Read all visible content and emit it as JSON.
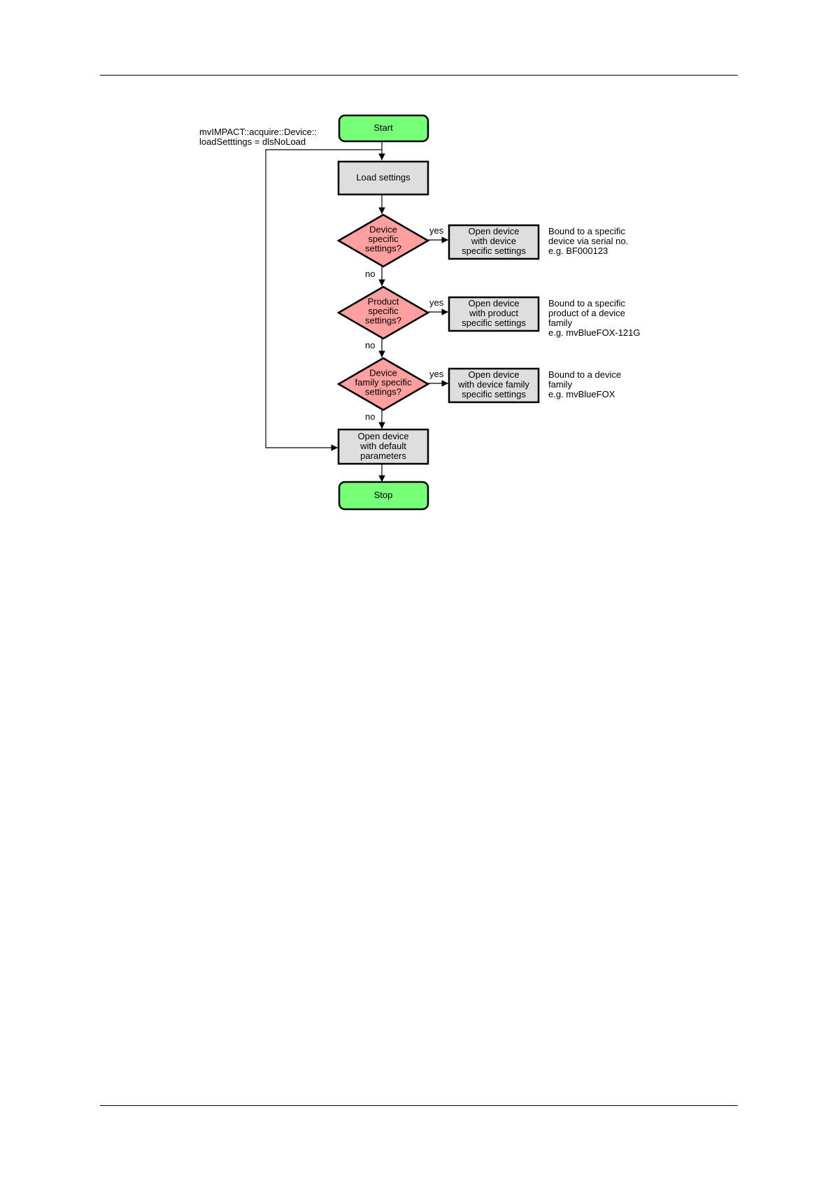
{
  "annotation": {
    "lines": [
      "mvIMPACT::acquire::Device::",
      "loadSetttings = dlsNoLoad"
    ]
  },
  "nodes": {
    "start": {
      "lines": [
        "Start"
      ]
    },
    "load_settings": {
      "lines": [
        "Load settings"
      ]
    },
    "decision_device": {
      "lines": [
        "Device",
        "specific",
        "settings?"
      ]
    },
    "decision_product": {
      "lines": [
        "Product",
        "specific",
        "settings?"
      ]
    },
    "decision_family": {
      "lines": [
        "Device",
        "family specific",
        "settings?"
      ]
    },
    "open_device_specific": {
      "lines": [
        "Open device",
        "with device",
        "specific settings"
      ]
    },
    "open_product_specific": {
      "lines": [
        "Open device",
        "with product",
        "specific settings"
      ]
    },
    "open_family_specific": {
      "lines": [
        "Open device",
        "with device family",
        "specific settings"
      ]
    },
    "open_default": {
      "lines": [
        "Open device",
        "with default",
        "parameters"
      ]
    },
    "stop": {
      "lines": [
        "Stop"
      ]
    }
  },
  "notes": {
    "device": {
      "lines": [
        "Bound to a specific",
        "device via serial no.",
        "e.g. BF000123"
      ]
    },
    "product": {
      "lines": [
        "Bound to a specific",
        "product of a device",
        "family",
        "e.g. mvBlueFOX-121G"
      ]
    },
    "family": {
      "lines": [
        "Bound to a device",
        "family",
        "e.g. mvBlueFOX"
      ]
    }
  },
  "edge_labels": {
    "yes_1": "yes",
    "no_1": "no",
    "yes_2": "yes",
    "no_2": "no",
    "yes_3": "yes",
    "no_3": "no"
  },
  "colors": {
    "terminal_fill": "#77ff77",
    "process_fill": "#dedede",
    "decision_fill": "#ff9f9f"
  }
}
